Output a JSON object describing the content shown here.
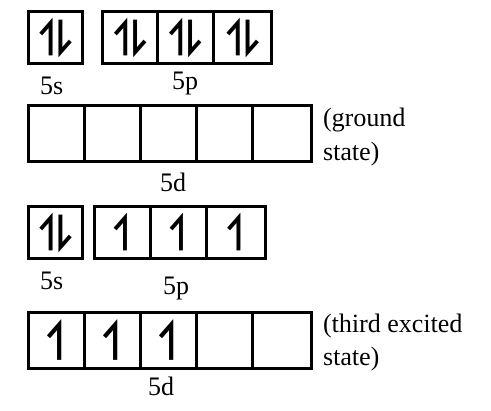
{
  "ground": {
    "s_label": "5s",
    "p_label": "5p",
    "d_label": "5d",
    "state_line1": "(ground",
    "state_line2": "state)",
    "s": [
      "updown"
    ],
    "p": [
      "updown",
      "updown",
      "updown"
    ],
    "d": [
      "empty",
      "empty",
      "empty",
      "empty",
      "empty"
    ]
  },
  "excited": {
    "s_label": "5s",
    "p_label": "5p",
    "d_label": "5d",
    "state_line1": "(third excited",
    "state_line2": "state)",
    "s": [
      "updown"
    ],
    "p": [
      "up",
      "up",
      "up"
    ],
    "d": [
      "up",
      "up",
      "up",
      "empty",
      "empty"
    ]
  }
}
